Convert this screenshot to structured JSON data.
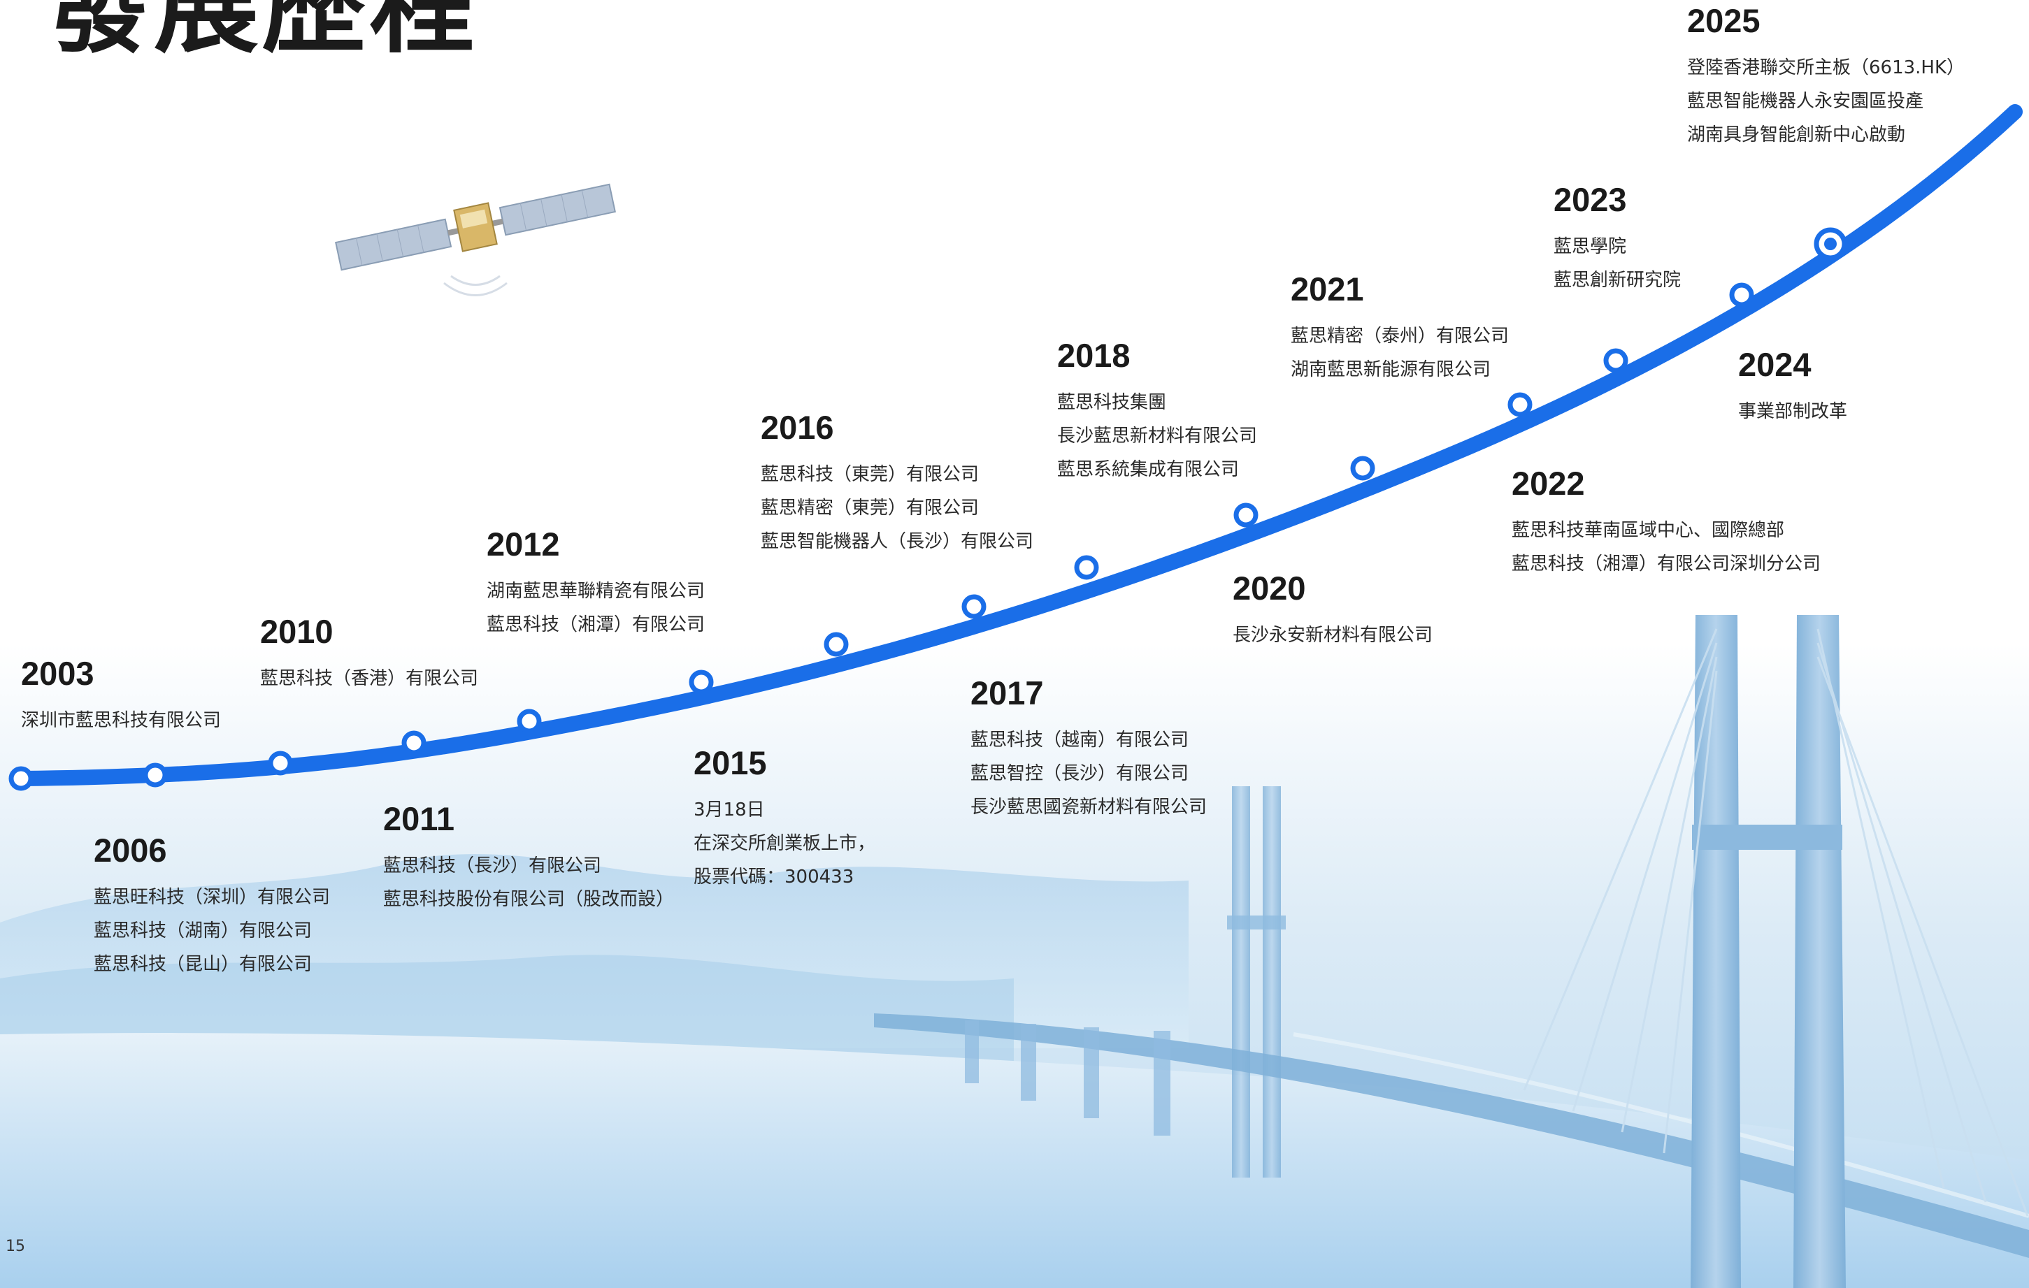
{
  "title": "發展歷程",
  "page_number": "15",
  "colors": {
    "timeline": "#1a6ee8",
    "node_fill": "#ffffff",
    "text": "#2a2a2a"
  },
  "milestones": [
    {
      "year": "2003",
      "lines": [
        "深圳市藍思科技有限公司"
      ]
    },
    {
      "year": "2006",
      "lines": [
        "藍思旺科技（深圳）有限公司",
        "藍思科技（湖南）有限公司",
        "藍思科技（昆山）有限公司"
      ]
    },
    {
      "year": "2010",
      "lines": [
        "藍思科技（香港）有限公司"
      ]
    },
    {
      "year": "2011",
      "lines": [
        "藍思科技（長沙）有限公司",
        "藍思科技股份有限公司（股改而設）"
      ]
    },
    {
      "year": "2012",
      "lines": [
        "湖南藍思華聯精瓷有限公司",
        "藍思科技（湘潭）有限公司"
      ]
    },
    {
      "year": "2015",
      "lines": [
        "3月18日",
        "在深交所創業板上市，",
        "股票代碼：300433"
      ]
    },
    {
      "year": "2016",
      "lines": [
        "藍思科技（東莞）有限公司",
        "藍思精密（東莞）有限公司",
        "藍思智能機器人（長沙）有限公司"
      ]
    },
    {
      "year": "2017",
      "lines": [
        "藍思科技（越南）有限公司",
        "藍思智控（長沙）有限公司",
        "長沙藍思國瓷新材料有限公司"
      ]
    },
    {
      "year": "2018",
      "lines": [
        "藍思科技集團",
        "長沙藍思新材料有限公司",
        "藍思系統集成有限公司"
      ]
    },
    {
      "year": "2020",
      "lines": [
        "長沙永安新材料有限公司"
      ]
    },
    {
      "year": "2021",
      "lines": [
        "藍思精密（泰州）有限公司",
        "湖南藍思新能源有限公司"
      ]
    },
    {
      "year": "2022",
      "lines": [
        "藍思科技華南區域中心、國際總部",
        "藍思科技（湘潭）有限公司深圳分公司"
      ]
    },
    {
      "year": "2023",
      "lines": [
        "藍思學院",
        "藍思創新研究院"
      ]
    },
    {
      "year": "2024",
      "lines": [
        "事業部制改革"
      ]
    },
    {
      "year": "2025",
      "lines": [
        "登陸香港聯交所主板（6613.HK）",
        "藍思智能機器人永安園區投產",
        "湖南具身智能創新中心啟動"
      ]
    }
  ]
}
